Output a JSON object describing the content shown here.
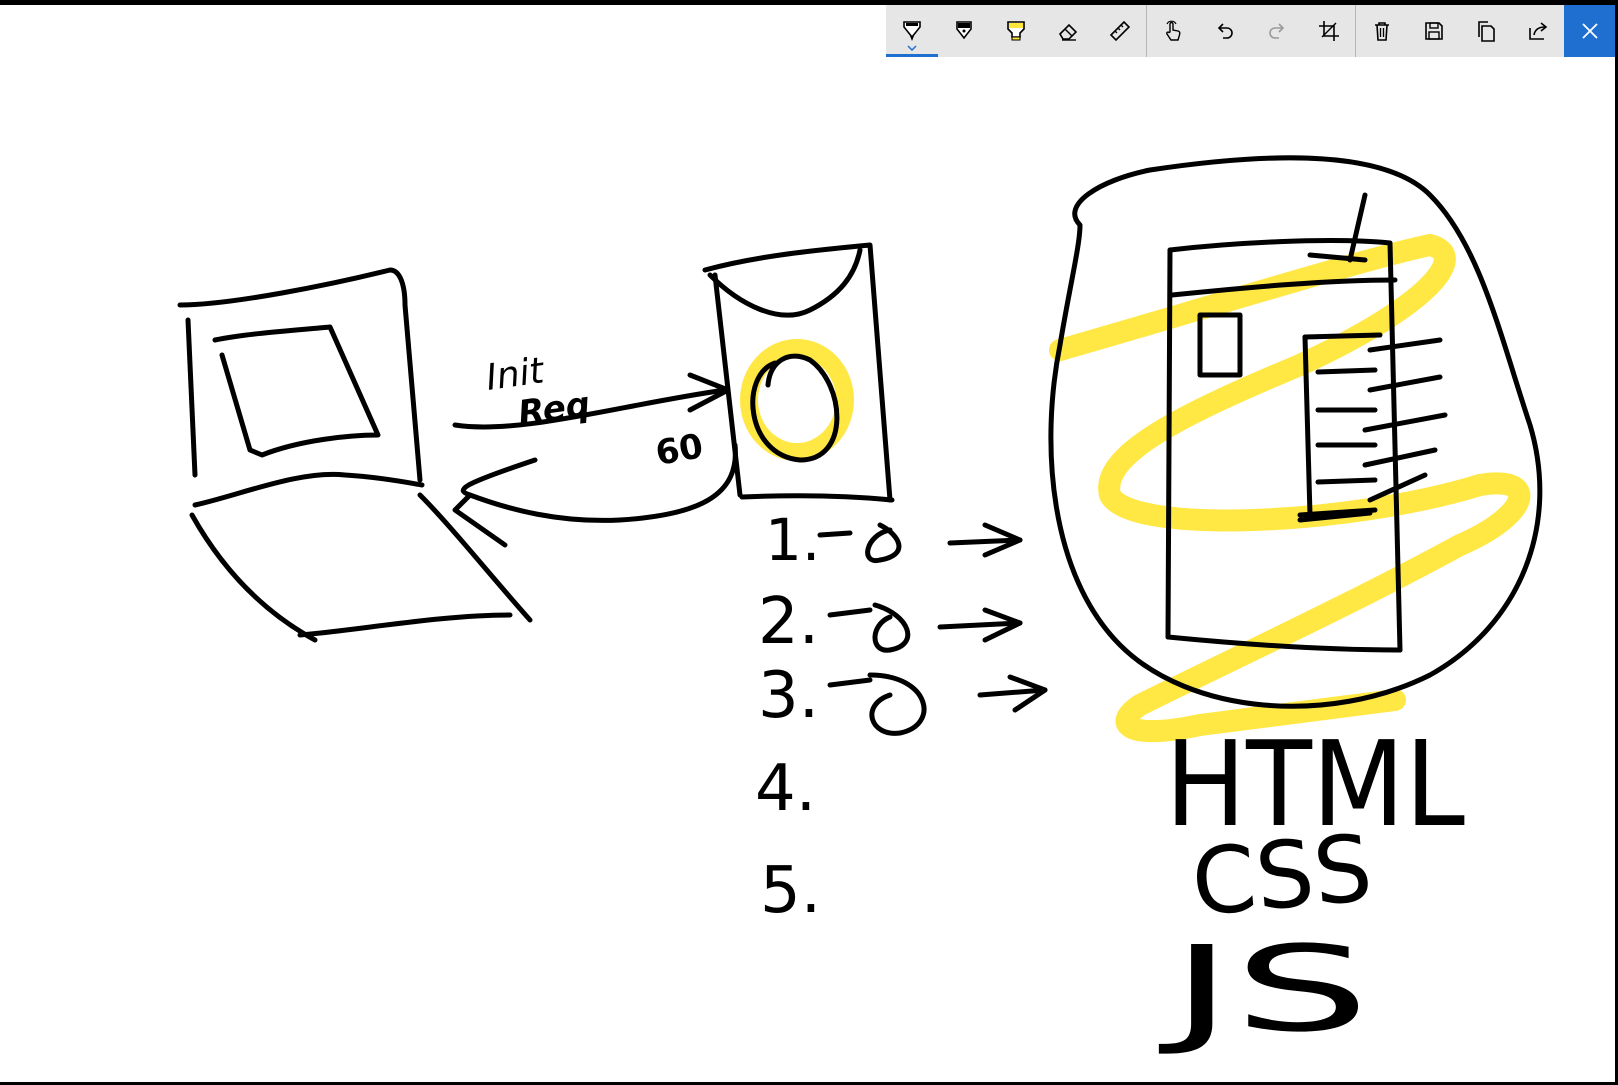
{
  "colors": {
    "toolbar_bg": "#e6e6e6",
    "accent": "#1f6fd0",
    "ink": "#000000",
    "highlighter": "#ffe63a",
    "canvas_bg": "#ffffff"
  },
  "toolbar": {
    "tools": [
      {
        "icon": "ballpoint-pen-icon",
        "selected": true
      },
      {
        "icon": "pencil-icon",
        "selected": false
      },
      {
        "icon": "highlighter-icon",
        "selected": false
      },
      {
        "icon": "eraser-icon",
        "selected": false
      },
      {
        "icon": "ruler-icon",
        "selected": false
      },
      {
        "icon": "touch-writing-icon",
        "selected": false
      },
      {
        "icon": "undo-icon",
        "selected": false
      },
      {
        "icon": "redo-icon",
        "selected": false
      },
      {
        "icon": "crop-icon",
        "selected": false
      },
      {
        "icon": "delete-icon",
        "selected": false
      },
      {
        "icon": "save-icon",
        "selected": false
      },
      {
        "icon": "copy-icon",
        "selected": false
      },
      {
        "icon": "share-icon",
        "selected": false
      },
      {
        "icon": "close-icon",
        "selected": false
      }
    ]
  },
  "sketch": {
    "arrow_label_top": "Init",
    "arrow_label_bottom": "Req",
    "arrow_number": "60",
    "list_items": [
      "1.",
      "2.",
      "3.",
      "4.",
      "5."
    ],
    "tech_words": [
      "HTML",
      "CSS",
      "JS"
    ]
  }
}
